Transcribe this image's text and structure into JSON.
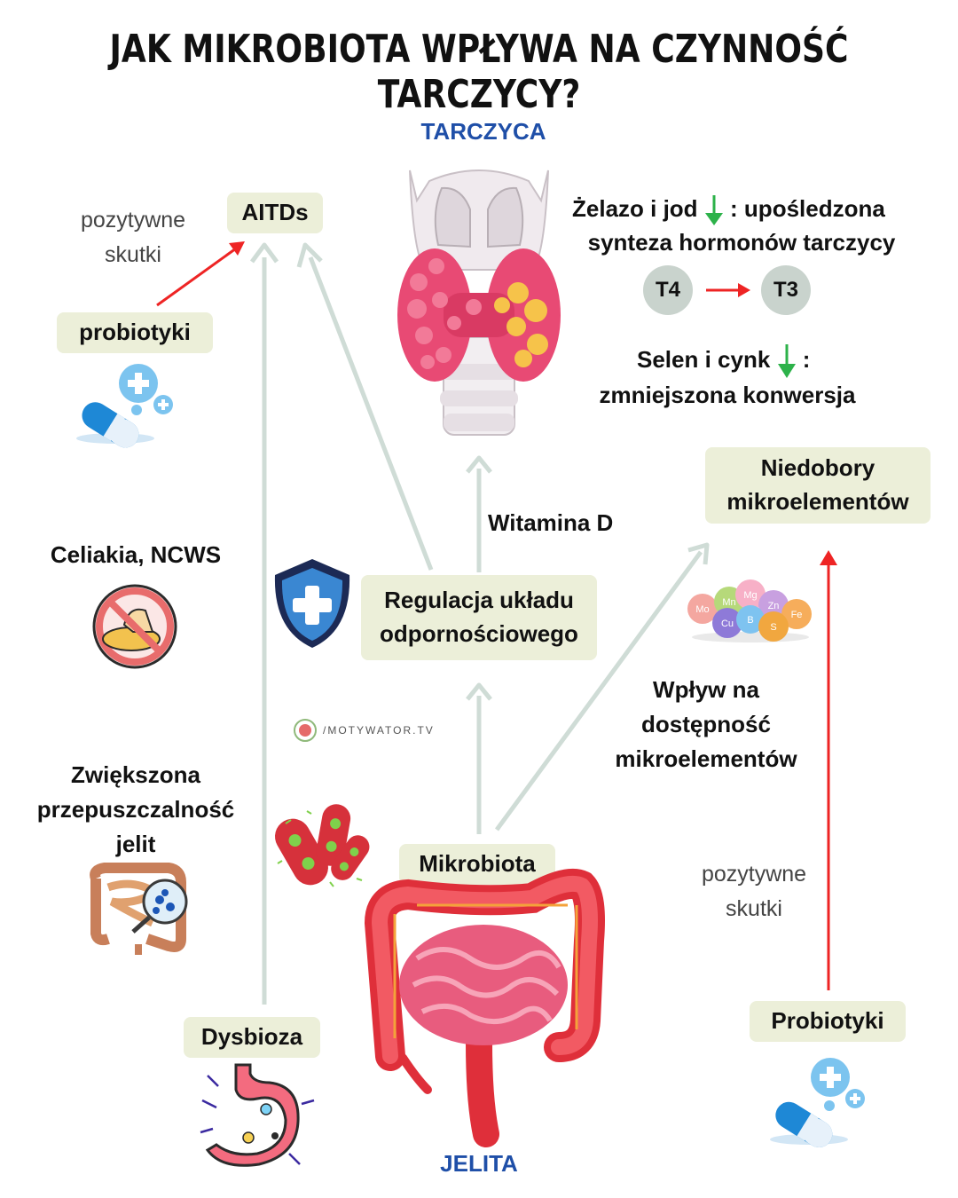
{
  "title": "JAK MIKROBIOTA WPŁYWA NA CZYNNOŚĆ TARCZYCY?",
  "organs": {
    "thyroid": "TARCZYCA",
    "gut": "JELITA"
  },
  "boxes": {
    "aitds": "AITDs",
    "probiotyki_small": "probiotyki",
    "regulacja_line1": "Regulacja układu",
    "regulacja_line2": "odpornościowego",
    "mikrobiota": "Mikrobiota",
    "niedobory_line1": "Niedobory",
    "niedobory_line2": "mikroelementów",
    "dysbioza": "Dysbioza",
    "probiotyki_big": "Probiotyki"
  },
  "labels": {
    "pozytywne_left_1": "pozytywne",
    "pozytywne_left_2": "skutki",
    "pozytywne_right_1": "pozytywne",
    "pozytywne_right_2": "skutki",
    "zelazo_a": "Żelazo i jod",
    "zelazo_b": ": upośledzona",
    "zelazo_line2": "synteza hormonów tarczycy",
    "selen_a": "Selen i cynk",
    "selen_b": ":",
    "selen_line2": "zmniejszona konwersja",
    "witamina": "Witamina D",
    "celiakia": "Celiakia, NCWS",
    "zwiekszona_1": "Zwiększona",
    "zwiekszona_2": "przepuszczalność",
    "zwiekszona_3": "jelit",
    "wplyw_1": "Wpływ na",
    "wplyw_2": "dostępność",
    "wplyw_3": "mikroelementów",
    "watermark": "/MOTYWATOR.TV"
  },
  "hormones": {
    "t4": "T4",
    "t3": "T3"
  },
  "minerals": [
    "Mo",
    "Mn",
    "Mg",
    "Zn",
    "Fe",
    "Cu",
    "B",
    "S"
  ],
  "colors": {
    "box_bg": "#ecefd9",
    "organ_label": "#1f4fa8",
    "arrow_grey": "#cfdcd6",
    "arrow_red": "#ee2424",
    "arrow_down_green": "#2db24a",
    "hormone_circle": "#c9d3cd"
  },
  "icons": [
    "thyroid-illustration",
    "shield-plus-icon",
    "pills-icon",
    "no-gluten-icon",
    "bacteria-icon",
    "intestine-magnifier-icon",
    "stomach-icon",
    "minerals-icon",
    "intestines-illustration"
  ]
}
